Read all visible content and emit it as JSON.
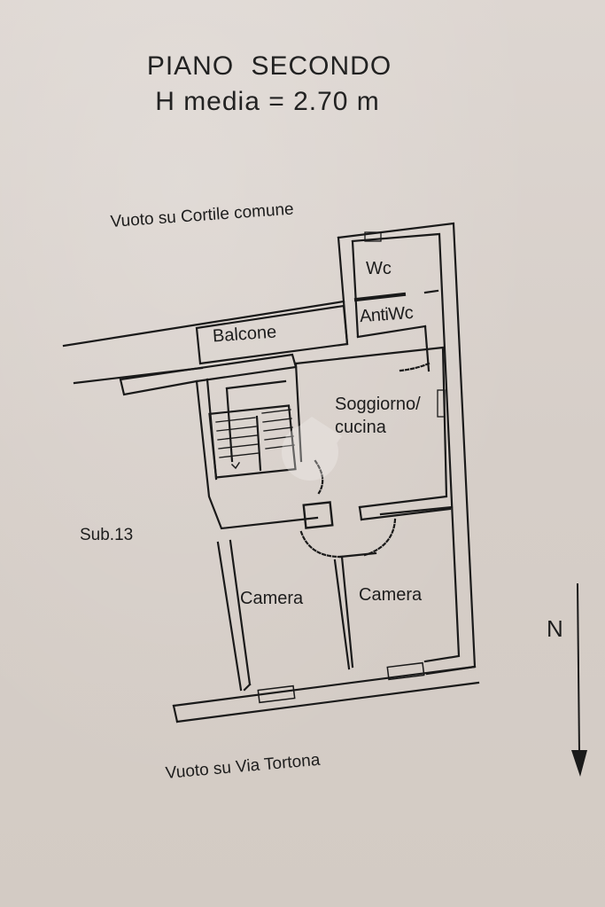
{
  "header": {
    "floor": "PIANO SECONDO",
    "height": "H media = 2.70 m"
  },
  "context": {
    "top": "Vuoto su Cortile comune",
    "bottom": "Vuoto su Via Tortona",
    "left": "Sub.13"
  },
  "rooms": {
    "wc": "Wc",
    "antiwc": "AntiWc",
    "balcone": "Balcone",
    "soggiorno_line1": "Soggiorno/",
    "soggiorno_line2": "cucina",
    "camera_left": "Camera",
    "camera_right": "Camera"
  },
  "north": {
    "label": "N"
  }
}
